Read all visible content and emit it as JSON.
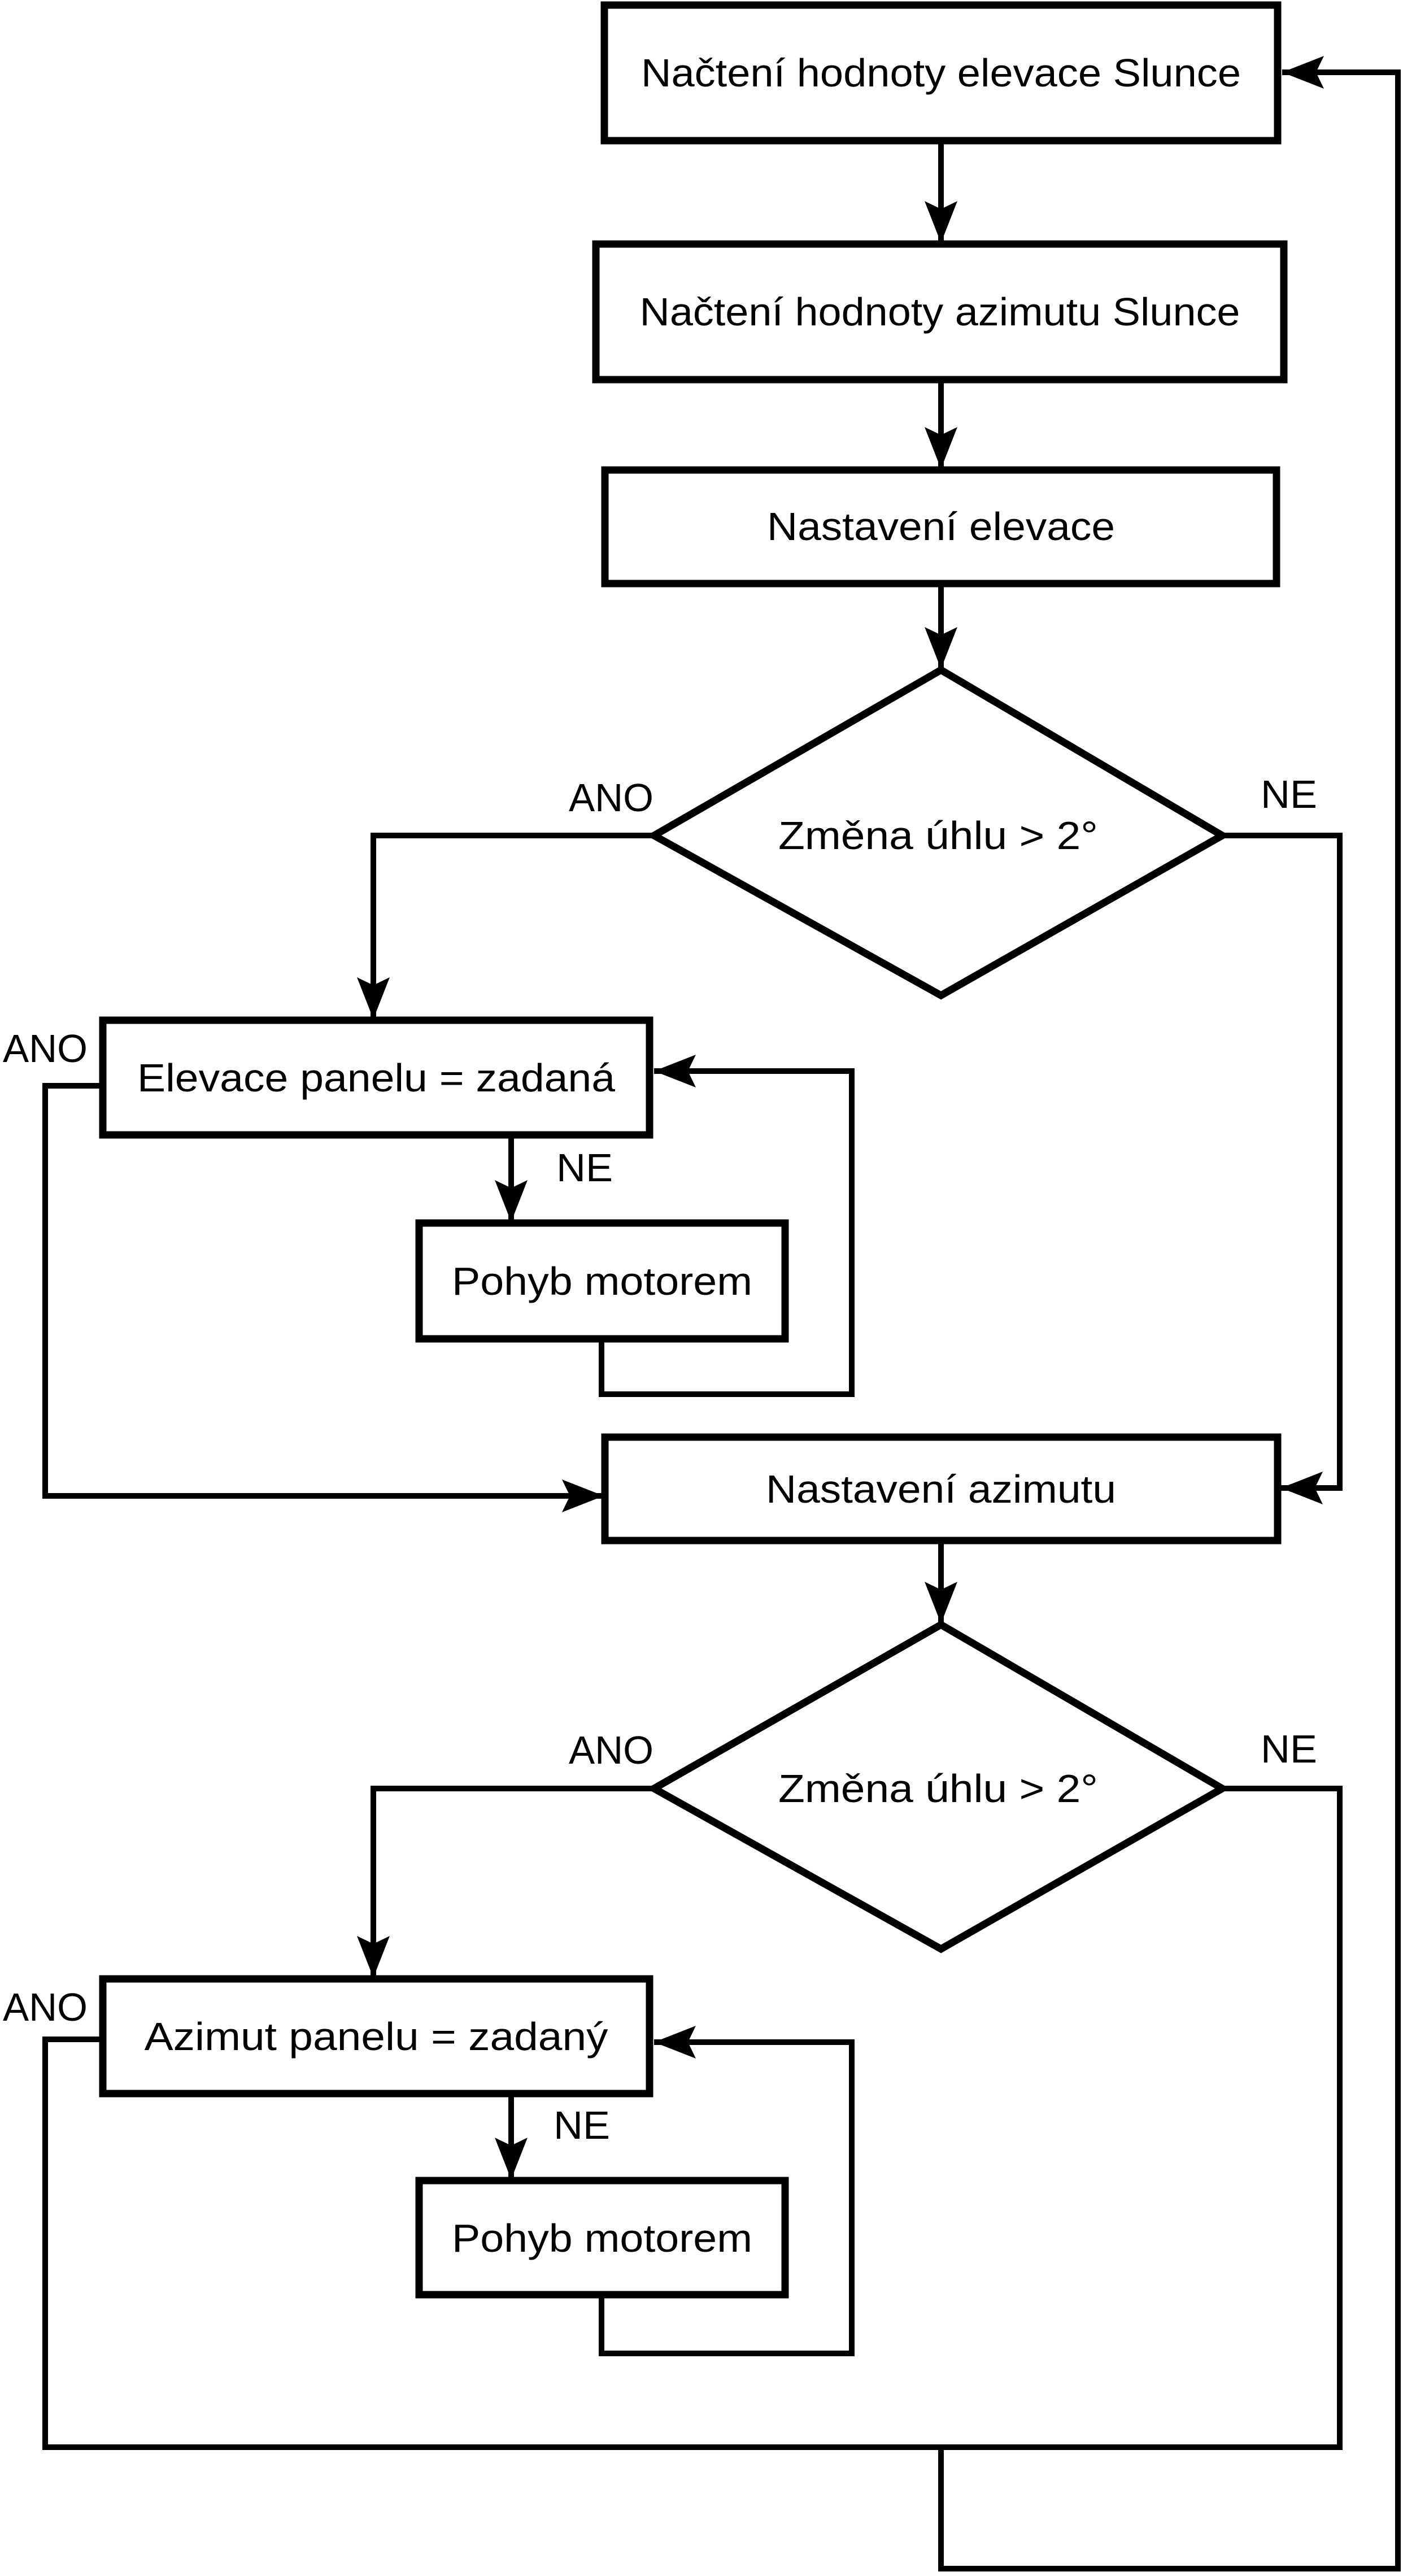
{
  "colors": {
    "line": "#000000",
    "background": "#ffffff"
  },
  "flowchart": {
    "nodes": {
      "load_elevation": {
        "shape": "process",
        "label": "Načtení hodnoty elevace Slunce"
      },
      "load_azimuth": {
        "shape": "process",
        "label": "Načtení hodnoty azimutu Slunce"
      },
      "set_elevation": {
        "shape": "process",
        "label": "Nastavení elevace"
      },
      "elevation_decision": {
        "shape": "decision",
        "label": "Změna úhlu > 2°",
        "yes_label": "ANO",
        "no_label": "NE"
      },
      "elevation_equal_check": {
        "shape": "process",
        "label": "Elevace panelu = zadaná",
        "yes_label": "ANO",
        "no_label": "NE"
      },
      "elevation_motor": {
        "shape": "process",
        "label": "Pohyb motorem"
      },
      "set_azimuth": {
        "shape": "process",
        "label": "Nastavení azimutu"
      },
      "azimuth_decision": {
        "shape": "decision",
        "label": "Změna úhlu > 2°",
        "yes_label": "ANO",
        "no_label": "NE"
      },
      "azimuth_equal_check": {
        "shape": "process",
        "label": "Azimut panelu = zadaný",
        "yes_label": "ANO",
        "no_label": "NE"
      },
      "azimuth_motor": {
        "shape": "process",
        "label": "Pohyb motorem"
      }
    }
  }
}
